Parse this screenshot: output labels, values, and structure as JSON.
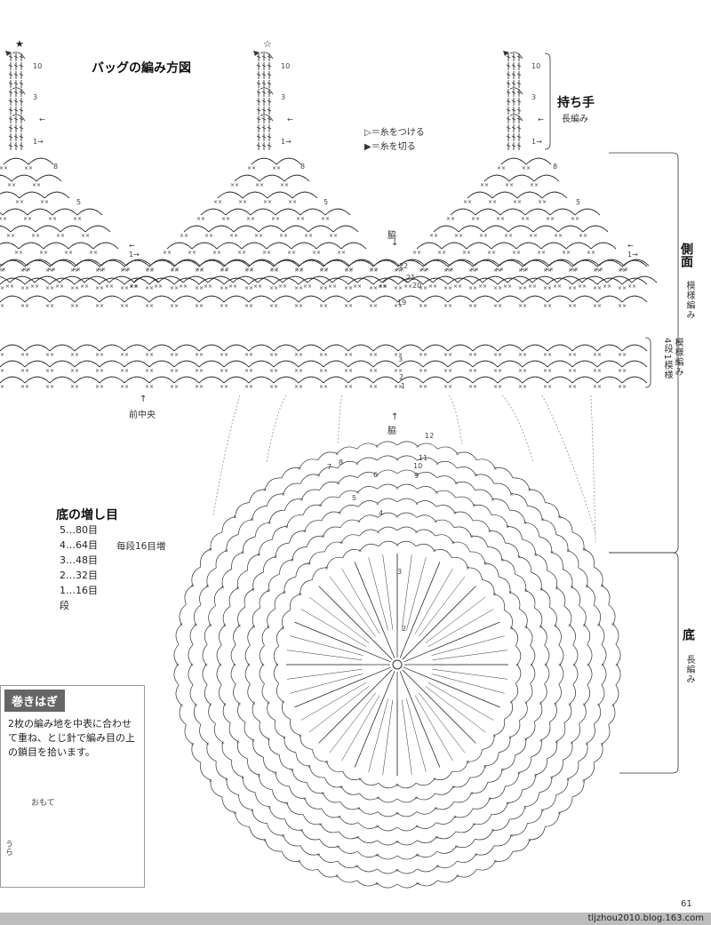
{
  "title": "バッグの編み方図",
  "legend": {
    "attach": "＝糸をつける",
    "cut": "＝糸を切る"
  },
  "handle": {
    "title": "持ち手",
    "sub": "長編み",
    "row_labels": [
      "10",
      "3",
      "←",
      "1→"
    ]
  },
  "side": {
    "title": "側面",
    "sub": "模様編み",
    "repeat_note": "4段1模様",
    "repeat_sub": "模様編み",
    "side_seam_label": "脇",
    "front_center_label": "前中央",
    "row_labels": [
      "8",
      "5",
      "←",
      "1→",
      "22",
      "21",
      "20",
      "19",
      "2",
      "1",
      "3"
    ]
  },
  "bottom": {
    "title": "底",
    "sub": "長編み",
    "side_seam_label": "脇",
    "row_labels": [
      "12",
      "11",
      "10",
      "9",
      "8",
      "7",
      "6",
      "5",
      "4",
      "3",
      "2"
    ]
  },
  "increase_table": {
    "title": "底の増し目",
    "rows": [
      {
        "row": "5",
        "count": "80目"
      },
      {
        "row": "4",
        "count": "64目"
      },
      {
        "row": "3",
        "count": "48目"
      },
      {
        "row": "2",
        "count": "32目"
      },
      {
        "row": "1",
        "count": "16目"
      }
    ],
    "sep": "…",
    "row_header": "段",
    "note": "毎段16目増"
  },
  "whipstitch": {
    "title": "巻きはぎ",
    "text": "2枚の編み地を中表に合わせて重ね、とじ針で編み目の上の鎖目を拾います。",
    "front_label": "おもて",
    "back_label": "うら"
  },
  "marks": {
    "star_solid": "★",
    "star_open": "☆"
  },
  "page_number": "61",
  "footer": "tljzhou2010.blog.163.com",
  "colors": {
    "line": "#333333",
    "footer_bar": "#bdbdbd",
    "box_header": "#666666"
  }
}
